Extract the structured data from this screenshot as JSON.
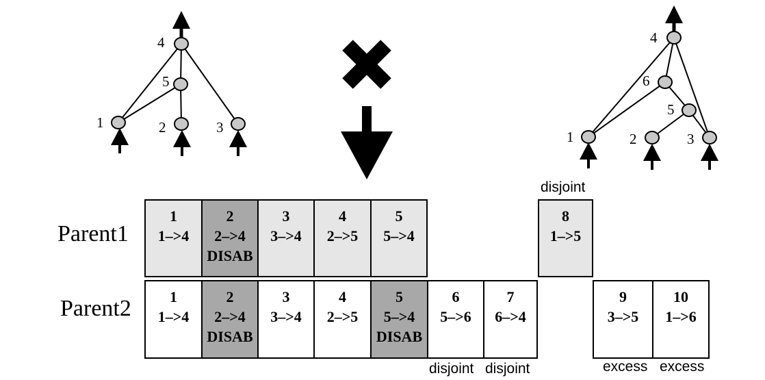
{
  "left_network": {
    "node_labels": [
      "4",
      "5",
      "1",
      "2",
      "3"
    ]
  },
  "right_network": {
    "node_labels": [
      "4",
      "6",
      "5",
      "1",
      "2",
      "3"
    ]
  },
  "parent1": {
    "label": "Parent1",
    "genes": [
      {
        "innov": "1",
        "conn": "1–>4",
        "status": "",
        "shade": "light"
      },
      {
        "innov": "2",
        "conn": "2–>4",
        "status": "DISAB",
        "shade": "dark"
      },
      {
        "innov": "3",
        "conn": "3–>4",
        "status": "",
        "shade": "light"
      },
      {
        "innov": "4",
        "conn": "2–>5",
        "status": "",
        "shade": "light"
      },
      {
        "innov": "5",
        "conn": "5–>4",
        "status": "",
        "shade": "light"
      },
      {
        "innov": "8",
        "conn": "1–>5",
        "status": "",
        "shade": "light"
      }
    ],
    "annotations": [
      "disjoint"
    ]
  },
  "parent2": {
    "label": "Parent2",
    "genes": [
      {
        "innov": "1",
        "conn": "1–>4",
        "status": "",
        "shade": "white"
      },
      {
        "innov": "2",
        "conn": "2–>4",
        "status": "DISAB",
        "shade": "dark"
      },
      {
        "innov": "3",
        "conn": "3–>4",
        "status": "",
        "shade": "white"
      },
      {
        "innov": "4",
        "conn": "2–>5",
        "status": "",
        "shade": "white"
      },
      {
        "innov": "5",
        "conn": "5–>4",
        "status": "DISAB",
        "shade": "dark"
      },
      {
        "innov": "6",
        "conn": "5–>6",
        "status": "",
        "shade": "white"
      },
      {
        "innov": "7",
        "conn": "6–>4",
        "status": "",
        "shade": "white"
      },
      {
        "innov": "9",
        "conn": "3–>5",
        "status": "",
        "shade": "white"
      },
      {
        "innov": "10",
        "conn": "1–>6",
        "status": "",
        "shade": "white"
      }
    ],
    "annotations": [
      "disjoint",
      "disjoint",
      "excess",
      "excess"
    ]
  },
  "colors": {
    "node_fill": "#c8c8c8",
    "disabled_gene": "#a8a8a8",
    "parent1_gene": "#e6e6e6"
  }
}
